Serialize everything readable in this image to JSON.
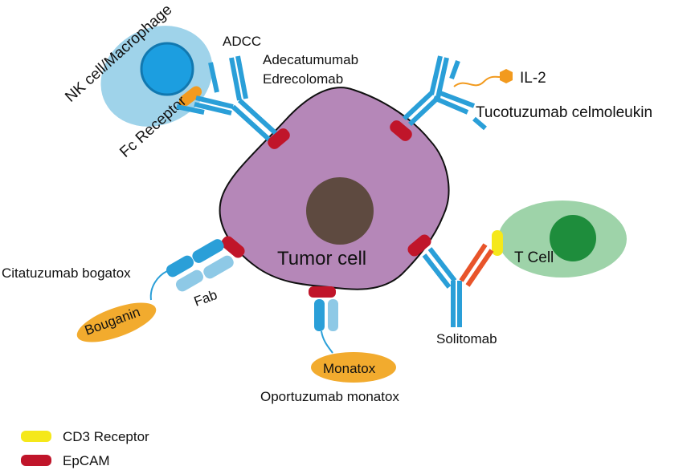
{
  "cells": {
    "tumor": {
      "label": "Tumor cell"
    },
    "nk": {
      "label": "NK cell/Macrophage"
    },
    "tcell": {
      "label": "T Cell"
    }
  },
  "labels": {
    "adcc": "ADCC",
    "adecatumumab": "Adecatumumab",
    "edrecolomab": "Edrecolomab",
    "fc_receptor": "Fc Receptor",
    "il2": "IL-2",
    "tucotuzumab": "Tucotuzumab celmoleukin",
    "citatuzumab": "Citatuzumab bogatox",
    "fab": "Fab",
    "bouganin": "Bouganin",
    "monatox": "Monatox",
    "oportuzumab": "Oportuzumab monatox",
    "solitomab": "Solitomab"
  },
  "legend": [
    {
      "label": "CD3 Receptor",
      "color": "#f5e81a"
    },
    {
      "label": "EpCAM",
      "color": "#c0152a"
    }
  ],
  "colors": {
    "tumor": "#b587b8",
    "nucleus": "#5e4a40",
    "nk": "#9fd3ea",
    "nk_nucleus": "#1c9ee0",
    "tcell": "#9ed3a9",
    "tcell_nucleus": "#1e8d3c",
    "antibody": "#2a9fd8",
    "antibody_light": "#8ec9e6",
    "epcam": "#c0152a",
    "fc_receptor": "#f29a1e",
    "toxin": "#f2ab2e",
    "cd3": "#f5e81a",
    "anti_cd3": "#e8542a",
    "il2": "#f29a1e"
  }
}
